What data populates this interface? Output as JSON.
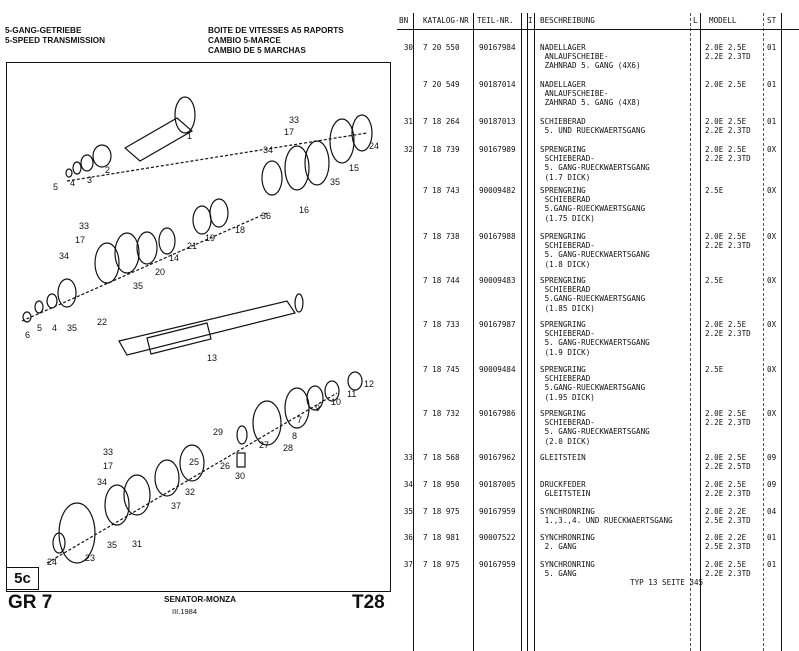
{
  "header": {
    "de": "5-GANG-GETRIEBE",
    "en": "5-SPEED TRANSMISSION",
    "fr": "BOITE DE VITESSES A5 RAPORTS",
    "it": "CAMBIO 5-MARCE",
    "es": "CAMBIO DE 5 MARCHAS"
  },
  "diagram": {
    "tag": "5c",
    "labels": [
      "1",
      "2",
      "3",
      "4",
      "5",
      "33",
      "17",
      "34",
      "24",
      "15",
      "35",
      "16",
      "36",
      "18",
      "19",
      "33",
      "17",
      "34",
      "14",
      "21",
      "20",
      "35",
      "5",
      "4",
      "35",
      "22",
      "6",
      "13",
      "12",
      "11",
      "10",
      "9",
      "7",
      "8",
      "28",
      "29",
      "27",
      "26",
      "30",
      "33",
      "17",
      "34",
      "25",
      "32",
      "37",
      "35",
      "31",
      "24",
      "23"
    ]
  },
  "footer": {
    "group": "GR 7",
    "model": "SENATOR-MONZA",
    "date": "III.1984",
    "page": "T28"
  },
  "table": {
    "headers": {
      "bn": "BN",
      "katalog": "KATALOG-NR",
      "teil": "TEIL-NR.",
      "i": "I",
      "beschreibung": "BESCHREIBUNG",
      "l": "L",
      "modell": "MODELL",
      "st": "ST"
    },
    "rows": [
      {
        "bn": "30",
        "katalog": "7 20 550",
        "teil": "90167984",
        "desc": "NADELLAGER\n ANLAUFSCHEIBE-\n ZAHNRAD 5. GANG (4X6)",
        "modell": "2.0E 2.5E\n2.2E 2.3TD",
        "st": "01"
      },
      {
        "bn": "",
        "katalog": "7 20 549",
        "teil": "90187014",
        "desc": "NADELLAGER\n ANLAUFSCHEIBE-\n ZAHNRAD 5. GANG (4X8)",
        "modell": "2.0E 2.5E",
        "st": "01"
      },
      {
        "bn": "31",
        "katalog": "7 18 264",
        "teil": "90187013",
        "desc": "SCHIEBERAD\n 5. UND RUECKWAERTSGANG",
        "modell": "2.0E 2.5E\n2.2E 2.3TD",
        "st": "01"
      },
      {
        "bn": "32",
        "katalog": "7 18 739",
        "teil": "90167989",
        "desc": "SPRENGRING\n SCHIEBERAD-\n 5. GANG-RUECKWAERTSGANG\n (1.7 DICK)",
        "modell": "2.0E 2.5E\n2.2E 2.3TD",
        "st": "0X"
      },
      {
        "bn": "",
        "katalog": "7 18 743",
        "teil": "90009482",
        "desc": "SPRENGRING\n SCHIEBERAD\n 5.GANG-RUECKWAERTSGANG\n (1.75 DICK)",
        "modell": "2.5E",
        "st": "0X"
      },
      {
        "bn": "",
        "katalog": "7 18 738",
        "teil": "90167988",
        "desc": "SPRENGRING\n SCHIEBERAD-\n 5. GANG-RUECKWAERTSGANG\n (1.8 DICK)",
        "modell": "2.0E 2.5E\n2.2E 2.3TD",
        "st": "0X"
      },
      {
        "bn": "",
        "katalog": "7 18 744",
        "teil": "90009483",
        "desc": "SPRENGRING\n SCHIEBERAD\n 5.GANG-RUECKWAERTSGANG\n (1.85 DICK)",
        "modell": "2.5E",
        "st": "0X"
      },
      {
        "bn": "",
        "katalog": "7 18 733",
        "teil": "90167987",
        "desc": "SPRENGRING\n SCHIEBERAD-\n 5. GANG-RUECKWAERTSGANG\n (1.9 DICK)",
        "modell": "2.0E 2.5E\n2.2E 2.3TD",
        "st": "0X"
      },
      {
        "bn": "",
        "katalog": "7 18 745",
        "teil": "90009484",
        "desc": "SPRENGRING\n SCHIEBERAD\n 5.GANG-RUECKWAERTSGANG\n (1.95 DICK)",
        "modell": "2.5E",
        "st": "0X"
      },
      {
        "bn": "",
        "katalog": "7 18 732",
        "teil": "90167986",
        "desc": "SPRENGRING\n SCHIEBERAD-\n 5. GANG-RUECKWAERTSGANG\n (2.0 DICK)",
        "modell": "2.0E 2.5E\n2.2E 2.3TD",
        "st": "0X"
      },
      {
        "bn": "33",
        "katalog": "7 18 568",
        "teil": "90167962",
        "desc": "GLEITSTEIN",
        "modell": "2.0E 2.5E\n2.2E 2.5TD",
        "st": "09"
      },
      {
        "bn": "34",
        "katalog": "7 18 950",
        "teil": "90187005",
        "desc": "DRUCKFEDER\n GLEITSTEIN",
        "modell": "2.0E 2.5E\n2.2E 2.3TD",
        "st": "09"
      },
      {
        "bn": "35",
        "katalog": "7 18 975",
        "teil": "90167959",
        "desc": "SYNCHRONRING\n 1.,3.,4. UND RUECKWAERTSGANG",
        "modell": "2.0E 2.2E\n2.5E 2.3TD",
        "st": "04"
      },
      {
        "bn": "36",
        "katalog": "7 18 981",
        "teil": "90007522",
        "desc": "SYNCHRONRING\n 2. GANG",
        "modell": "2.0E 2.2E\n2.5E 2.3TD",
        "st": "01"
      },
      {
        "bn": "37",
        "katalog": "7 18 975",
        "teil": "90167959",
        "desc": "SYNCHRONRING\n 5. GANG",
        "modell": "2.0E 2.5E\n2.2E 2.3TD",
        "st": "01"
      }
    ],
    "footer_note": "TYP 13 SEITE 345"
  }
}
